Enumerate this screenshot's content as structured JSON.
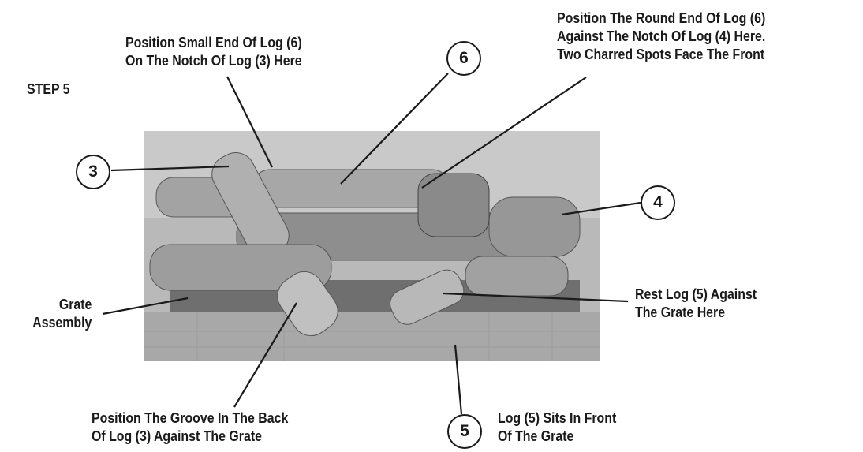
{
  "step_label": "STEP 5",
  "callouts": {
    "small_end": [
      "Position Small End Of Log (6)",
      "On The Notch Of Log (3) Here"
    ],
    "round_end": [
      "Position The Round End Of Log (6)",
      "Against The Notch Of Log (4) Here.",
      "Two Charred Spots Face The Front"
    ],
    "grate_assembly": [
      "Grate",
      "Assembly"
    ],
    "rest_log": [
      "Rest Log (5) Against",
      "The Grate Here"
    ],
    "groove": [
      "Position The Groove In The Back",
      "Of Log (3) Against The Grate"
    ],
    "log5_front": [
      "Log (5) Sits In Front",
      "Of The Grate"
    ]
  },
  "log_numbers": {
    "log3": "3",
    "log4": "4",
    "log5": "5",
    "log6": "6"
  },
  "colors": {
    "ink": "#1a1a1a",
    "photo_bg": "#bdbdbd",
    "log": "#9a9a9a"
  }
}
